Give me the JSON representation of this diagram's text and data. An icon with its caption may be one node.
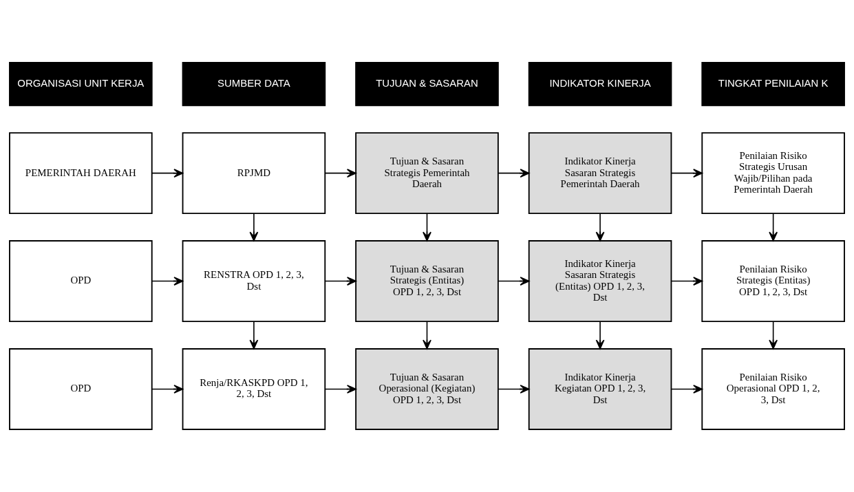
{
  "diagram": {
    "nodes": [
      {
        "text": [
          "ORGANISASI UNIT KERJA"
        ]
      },
      {
        "text": [
          "SUMBER DATA"
        ]
      },
      {
        "text": [
          "TUJUAN & SASARAN"
        ]
      },
      {
        "text": [
          "INDIKATOR KINERJA"
        ]
      },
      {
        "text": [
          "TINGKAT PENILAIAN K"
        ]
      },
      {
        "text": [
          "PEMERINTAH DAERAH"
        ]
      },
      {
        "text": [
          "RPJMD"
        ]
      },
      {
        "text": [
          "Tujuan & Sasaran Strategis Pemerintah Daerah"
        ]
      },
      {
        "text": [
          "Indikator Kinerja Sasaran Strategis Pemerintah Daerah"
        ]
      },
      {
        "text": [
          "Penilaian Risiko Strategis Urusan Wajib/Pilihan pada Pemerintah Daerah"
        ]
      },
      {
        "text": [
          "OPD"
        ]
      },
      {
        "text": [
          "RENSTRA OPD 1, 2, 3, Dst"
        ]
      },
      {
        "text": [
          "Tujuan & Sasaran Strategis (Entitas) OPD 1, 2, 3, Dst"
        ]
      },
      {
        "text": [
          "Indikator Kinerja Sasaran Strategis (Entitas) OPD 1, 2, 3, Dst"
        ]
      },
      {
        "text": [
          "Penilaian Risiko Strategis (Entitas) OPD 1, 2, 3, Dst"
        ]
      },
      {
        "text": [
          "OPD"
        ]
      },
      {
        "text": [
          "Renja/RKASKPD OPD 1, 2, 3, Dst"
        ]
      },
      {
        "text": [
          "Tujuan & Sasaran Operasional (Kegiatan) OPD 1, 2, 3, Dst"
        ]
      },
      {
        "text": [
          "Indikator Kinerja Kegiatan OPD 1, 2, 3, Dst"
        ]
      },
      {
        "text": [
          "Penilaian Risiko Operasional OPD 1, 2, 3, Dst"
        ]
      }
    ],
    "edges": [
      {
        "from": 5,
        "to": 6,
        "arrow": "to"
      },
      {
        "from": 6,
        "to": 7,
        "arrow": "to"
      },
      {
        "from": 7,
        "to": 8,
        "arrow": "to"
      },
      {
        "from": 8,
        "to": 9,
        "arrow": "to"
      },
      {
        "from": 6,
        "to": 11,
        "arrow": "to"
      },
      {
        "from": 7,
        "to": 12,
        "arrow": "to"
      },
      {
        "from": 8,
        "to": 13,
        "arrow": "to"
      },
      {
        "from": 9,
        "to": 14,
        "arrow": "to"
      },
      {
        "from": 10,
        "to": 11,
        "arrow": "to"
      },
      {
        "from": 11,
        "to": 12,
        "arrow": "to"
      },
      {
        "from": 12,
        "to": 13,
        "arrow": "to"
      },
      {
        "from": 13,
        "to": 14,
        "arrow": "to"
      },
      {
        "from": 11,
        "to": 16,
        "arrow": "to"
      },
      {
        "from": 12,
        "to": 17,
        "arrow": "to"
      },
      {
        "from": 13,
        "to": 18,
        "arrow": "to"
      },
      {
        "from": 14,
        "to": 19,
        "arrow": "to"
      },
      {
        "from": 15,
        "to": 16,
        "arrow": "to"
      },
      {
        "from": 16,
        "to": 17,
        "arrow": "to"
      },
      {
        "from": 17,
        "to": 18,
        "arrow": "to"
      },
      {
        "from": 18,
        "to": 19,
        "arrow": "to"
      }
    ]
  }
}
